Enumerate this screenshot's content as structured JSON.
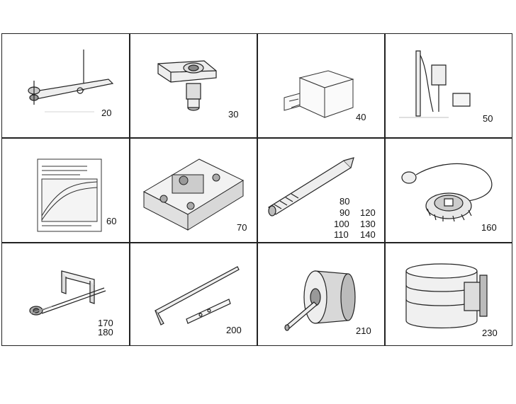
{
  "cells": [
    {
      "id": "c1",
      "labels": [
        "20"
      ]
    },
    {
      "id": "c2",
      "labels": [
        "30"
      ]
    },
    {
      "id": "c3",
      "labels": [
        "40"
      ]
    },
    {
      "id": "c4",
      "labels": [
        "50"
      ]
    },
    {
      "id": "c5",
      "labels": [
        "60"
      ]
    },
    {
      "id": "c6",
      "labels": [
        "70"
      ]
    },
    {
      "id": "c7",
      "labels": [
        "80",
        "90",
        "120",
        "100",
        "130",
        "110",
        "140"
      ]
    },
    {
      "id": "c8",
      "labels": [
        "160"
      ]
    },
    {
      "id": "c9",
      "labels": [
        "170",
        "180"
      ]
    },
    {
      "id": "c10",
      "labels": [
        "200"
      ]
    },
    {
      "id": "c11",
      "labels": [
        "210"
      ]
    },
    {
      "id": "c12",
      "labels": [
        "230"
      ]
    }
  ],
  "icons": [
    "torque-wrench-icon",
    "clamp-block-icon",
    "gauge-block-icon",
    "dial-indicator-stand-icon",
    "compression-chart-card-icon",
    "valve-fixture-icon",
    "threaded-pin-icon",
    "cable-sensor-icon",
    "puller-tool-icon",
    "hex-key-icon",
    "cylinder-roller-icon",
    "piston-ring-compressor-icon"
  ]
}
